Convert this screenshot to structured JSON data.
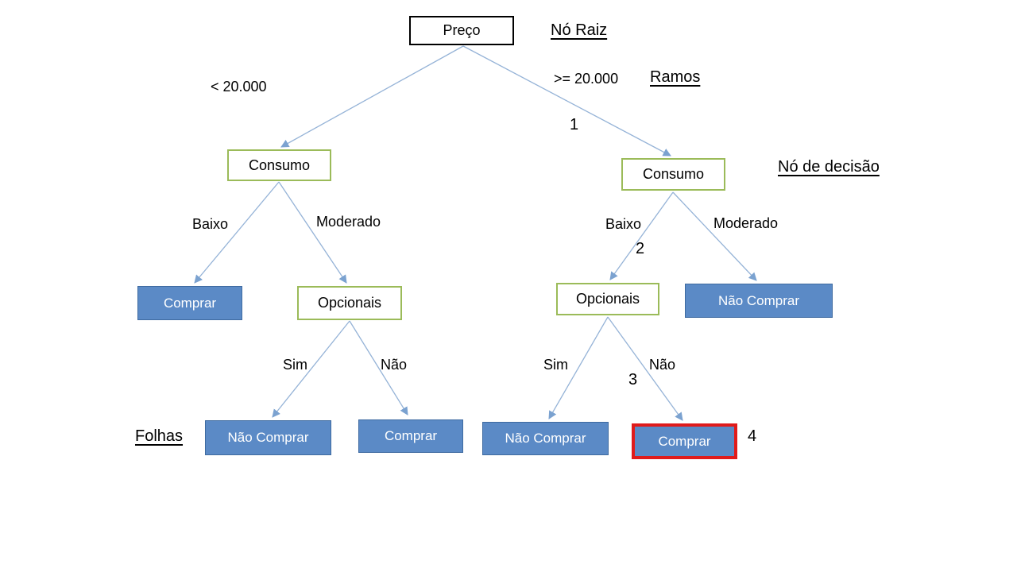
{
  "diagram": {
    "root_node": {
      "label": "Preço"
    },
    "decision_nodes": {
      "consumo_left": {
        "label": "Consumo"
      },
      "consumo_right": {
        "label": "Consumo"
      },
      "opcionais_left": {
        "label": "Opcionais"
      },
      "opcionais_right": {
        "label": "Opcionais"
      }
    },
    "leaf_nodes": {
      "comprar_left": {
        "label": "Comprar"
      },
      "nao_comprar_mid_right": {
        "label": "Não Comprar"
      },
      "nao_comprar_bottom_left": {
        "label": "Não Comprar"
      },
      "comprar_bottom_left": {
        "label": "Comprar"
      },
      "nao_comprar_bottom_right": {
        "label": "Não Comprar"
      },
      "comprar_highlighted": {
        "label": "Comprar"
      }
    },
    "branch_labels": {
      "lt_20000": "< 20.000",
      "gte_20000": ">= 20.000",
      "baixo_left": "Baixo",
      "moderado_left": "Moderado",
      "baixo_right": "Baixo",
      "moderado_right": "Moderado",
      "sim_left": "Sim",
      "nao_left": "Não",
      "sim_right": "Sim",
      "nao_right": "Não"
    },
    "step_numbers": {
      "one": "1",
      "two": "2",
      "three": "3",
      "four": "4"
    },
    "annotations": {
      "no_raiz": "Nó Raiz",
      "ramos": "Ramos",
      "no_de_decisao": "Nó de decisão",
      "folhas": "Folhas"
    }
  },
  "colors": {
    "root_border": "#000000",
    "decision_border": "#9bbb59",
    "leaf_fill": "#5b8ac6",
    "leaf_border": "#3e6aa0",
    "highlight_border": "#e01b1b",
    "arrow_line": "#95b3d7",
    "arrow_head": "#7ba2d0"
  }
}
